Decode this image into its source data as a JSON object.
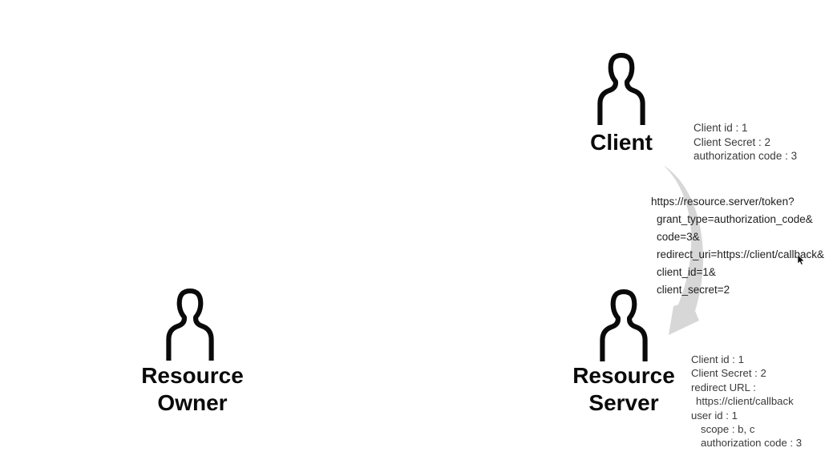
{
  "actors": {
    "client": {
      "label": "Client"
    },
    "resource_owner": {
      "label_line1": "Resource",
      "label_line2": "Owner"
    },
    "resource_server": {
      "label_line1": "Resource",
      "label_line2": "Server"
    }
  },
  "client_info": {
    "lines": [
      "Client id : 1",
      "Client Secret : 2",
      "authorization code : 3"
    ]
  },
  "token_request": {
    "lines": [
      "https://resource.server/token?",
      "grant_type=authorization_code&",
      "code=3&",
      "redirect_uri=https://client/callback&",
      "client_id=1&",
      "client_secret=2"
    ]
  },
  "server_info": {
    "lines": [
      "Client id : 1",
      "Client Secret : 2",
      "redirect URL :",
      "https://client/callback",
      "user id : 1",
      "scope : b, c",
      "authorization code : 3"
    ]
  },
  "icons": {
    "client_icon": "person-outline",
    "resource_owner_icon": "person-outline",
    "resource_server_icon": "person-outline",
    "flow_arrow": "curved-arrow-down",
    "pointer": "mouse-cursor"
  },
  "colors": {
    "background": "#ffffff",
    "icon_stroke": "#0a0a0a",
    "label_text": "#0a0a0a",
    "info_text": "#3a3a3a",
    "request_text": "#1e1e1e",
    "arrow_fill": "#d7d7d7"
  }
}
